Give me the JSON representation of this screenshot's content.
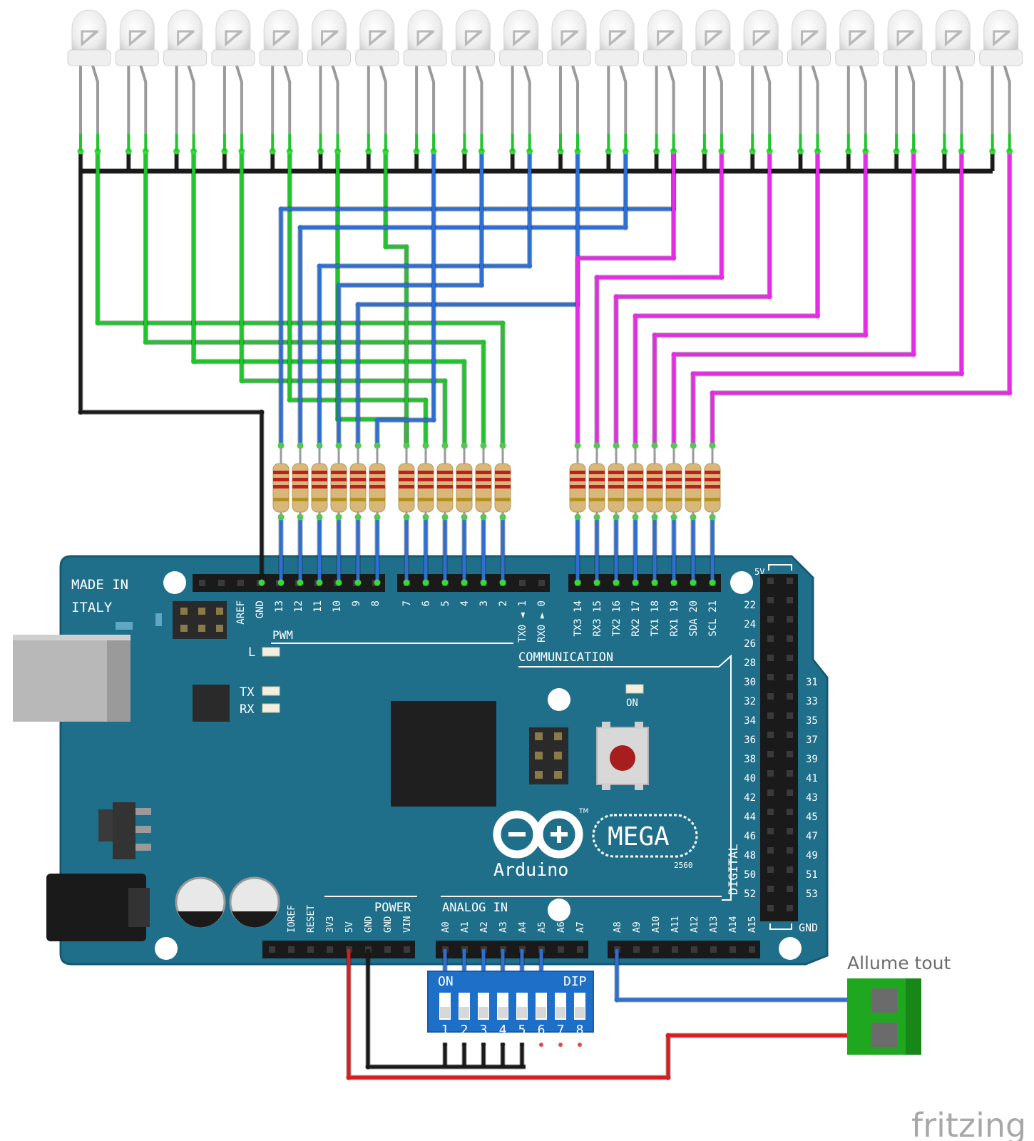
{
  "board": {
    "made_in_1": "MADE IN",
    "made_in_2": "ITALY",
    "pwm": "PWM",
    "communication": "COMMUNICATION",
    "power": "POWER",
    "analog_in": "ANALOG IN",
    "digital": "DIGITAL",
    "five_v": "5V",
    "gnd": "GND",
    "led_l": "L",
    "tx": "TX",
    "rx": "RX",
    "on": "ON",
    "mega": "MEGA",
    "arduino": "Arduino",
    "model": "2560",
    "tm": "TM",
    "top_left_pins": [
      "AREF",
      "GND",
      "13",
      "12",
      "11",
      "10",
      "9",
      "8"
    ],
    "top_mid_pins": [
      "7",
      "6",
      "5",
      "4",
      "3",
      "2",
      "TX0 ◄ 1",
      "RX0 ► 0"
    ],
    "comm_pins": [
      "TX3 14",
      "RX3 15",
      "TX2 16",
      "RX2 17",
      "TX1 18",
      "RX1 19",
      "SDA 20",
      "SCL 21"
    ],
    "power_pins": [
      "IOREF",
      "RESET",
      "3V3",
      "5V",
      "GND",
      "GND",
      "VIN"
    ],
    "analog_pins": [
      "A0",
      "A1",
      "A2",
      "A3",
      "A4",
      "A5",
      "A6",
      "A7"
    ],
    "analog_pins_2": [
      "A8",
      "A9",
      "A10",
      "A11",
      "A12",
      "A13",
      "A14",
      "A15"
    ],
    "right_left": [
      "22",
      "24",
      "26",
      "28",
      "30",
      "32",
      "34",
      "36",
      "38",
      "40",
      "42",
      "44",
      "46",
      "48",
      "50",
      "52"
    ],
    "right_right": [
      "31",
      "33",
      "35",
      "37",
      "39",
      "41",
      "43",
      "45",
      "47",
      "49",
      "51",
      "53"
    ]
  },
  "dip": {
    "label_on": "ON",
    "label_dip": "DIP",
    "numbers": [
      "1",
      "2",
      "3",
      "4",
      "5",
      "6",
      "7",
      "8"
    ]
  },
  "terminal": {
    "label": "Allume tout"
  },
  "brand": {
    "logo": "fritzing"
  },
  "colors": {
    "board": "#1f6f8b",
    "wire_green": "#22c32e",
    "wire_blue": "#2f6fd1",
    "wire_magenta": "#e62be6",
    "wire_black": "#1a1a1a",
    "wire_red": "#d81e1e",
    "terminal": "#1fa81f"
  },
  "components": {
    "led_count": 20,
    "resistor_count": 20,
    "dip_switch_positions": 8
  }
}
